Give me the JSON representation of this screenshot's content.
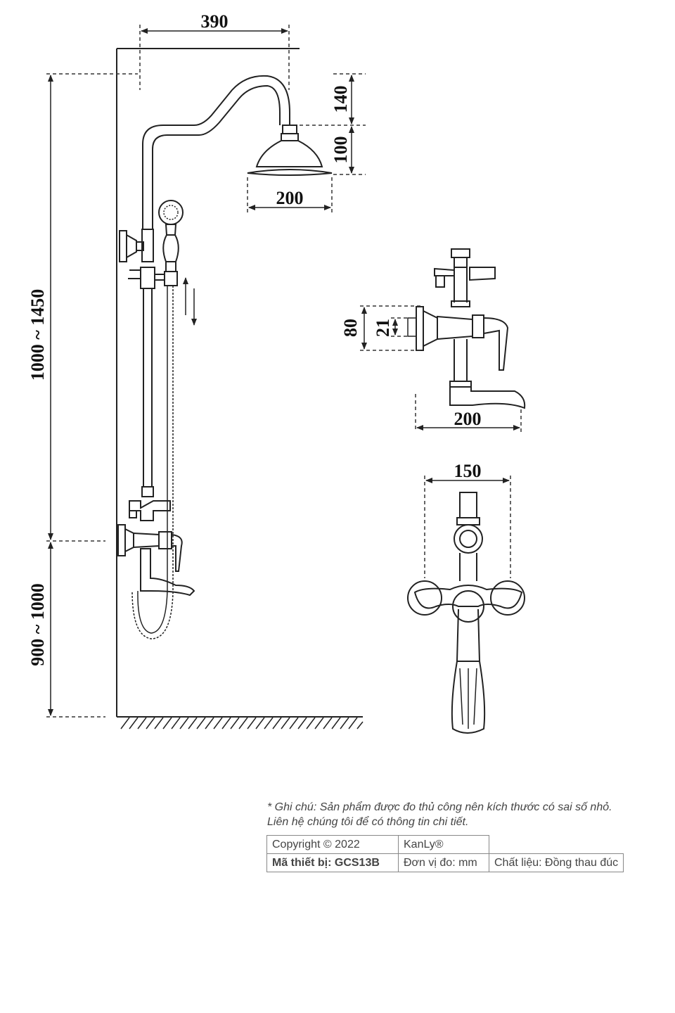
{
  "dimensions": {
    "top_width": "390",
    "head_height": "140",
    "head_depth": "100",
    "head_diameter": "200",
    "column_height": "1000 ~ 1450",
    "mixer_height": "900 ~ 1000",
    "mixer_body": "80",
    "mixer_inlet": "21",
    "mixer_length": "200",
    "mixer_spacing": "150"
  },
  "note": {
    "line1": "* Ghi chú: Sản phẩm được đo thủ công nên kích thước có sai số nhỏ.",
    "line2": "Liên hệ chúng tôi để có thông tin chi tiết."
  },
  "info_table": {
    "copyright": "Copyright © 2022",
    "brand": "KanLy®",
    "model": "Mã thiết bị: GCS13B",
    "unit": "Đơn vị đo: mm",
    "material": "Chất liệu: Đồng thau đúc"
  }
}
